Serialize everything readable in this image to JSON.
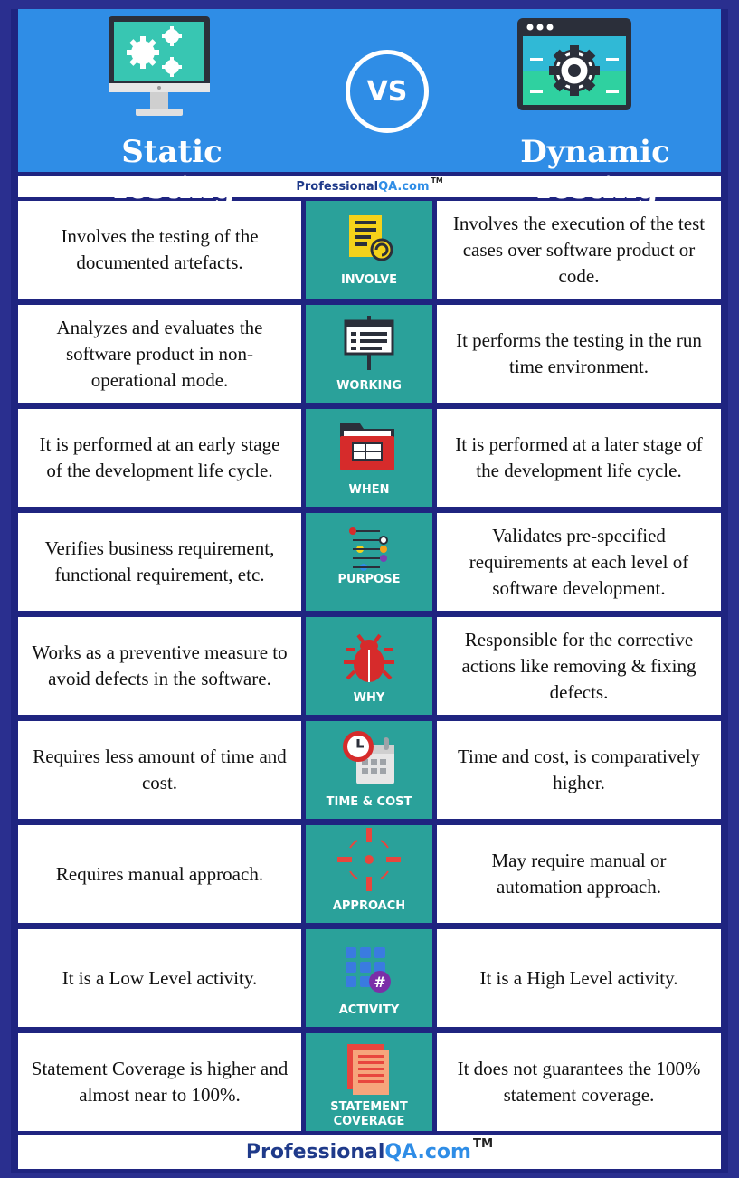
{
  "header": {
    "left_title": "Static Testing",
    "right_title": "Dynamic Testing",
    "vs": "VS"
  },
  "brand": {
    "name_part1": "Professional",
    "name_part2": "QA.com",
    "tm": "TM"
  },
  "rows": [
    {
      "left": "Involves the testing of the documented artefacts.",
      "label": "INVOLVE",
      "right": "Involves the execution of the test cases over software product or code.",
      "icon": "document-refresh-icon"
    },
    {
      "left": "Analyzes and evaluates the software product in non-operational mode.",
      "label": "WORKING",
      "right": "It performs the testing in the run time environment.",
      "icon": "presentation-board-icon"
    },
    {
      "left": "It is performed at an early stage of the development life cycle.",
      "label": "WHEN",
      "right": "It is performed at a later stage of the development life cycle.",
      "icon": "folder-icon"
    },
    {
      "left": "Verifies business requirement, functional requirement, etc.",
      "label": "PURPOSE",
      "right": "Validates pre-specified requirements at each level of software development.",
      "icon": "flow-list-icon"
    },
    {
      "left": "Works as a preventive measure to avoid defects in the software.",
      "label": "WHY",
      "right": "Responsible for the corrective actions like removing & fixing defects.",
      "icon": "bug-icon"
    },
    {
      "left": "Requires less amount of time and cost.",
      "label": "TIME & COST",
      "right": "Time and cost, is comparatively higher.",
      "icon": "clock-calendar-icon"
    },
    {
      "left": "Requires manual approach.",
      "label": "APPROACH",
      "right": "May require manual or automation approach.",
      "icon": "crosshair-icon"
    },
    {
      "left": "It is a Low Level activity.",
      "label": "ACTIVITY",
      "right": "It is a High Level activity.",
      "icon": "grid-hashtag-icon"
    },
    {
      "left": "Statement Coverage is higher and almost near to 100%.",
      "label_line1": "STATEMENT",
      "label_line2": "COVERAGE",
      "right": "It does not guarantees the 100% statement coverage.",
      "icon": "report-icon"
    }
  ],
  "colors": {
    "header": "#2f8de6",
    "frame": "#1f2480",
    "middle": "#2aa19a"
  }
}
